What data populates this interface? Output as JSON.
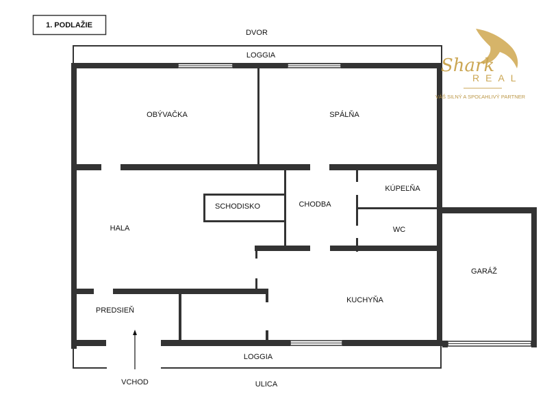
{
  "title": "1. PODLAŽIE",
  "labels": {
    "dvor": "DVOR",
    "loggia_top": "LOGGIA",
    "loggia_bottom": "LOGGIA",
    "ulica": "ULICA",
    "vchod": "VCHOD"
  },
  "rooms": {
    "obyvacka": "OBÝVAČKA",
    "spalna": "SPÁLŇA",
    "hala": "HALA",
    "schodisko": "SCHODISKO",
    "chodba": "CHODBA",
    "kupelna": "KÚPEĽŇA",
    "wc": "WC",
    "garaz": "GARÁŽ",
    "kuchyna": "KUCHYŇA",
    "predsien": "PREDSIEŇ"
  },
  "logo": {
    "word1": "Shark",
    "word2": "REAL",
    "tagline": "VÁŠ SILNÝ A SPOĽAHLIVÝ PARTNER"
  },
  "colors": {
    "wall": "#333333",
    "logo_gold": "#c9a24a"
  }
}
